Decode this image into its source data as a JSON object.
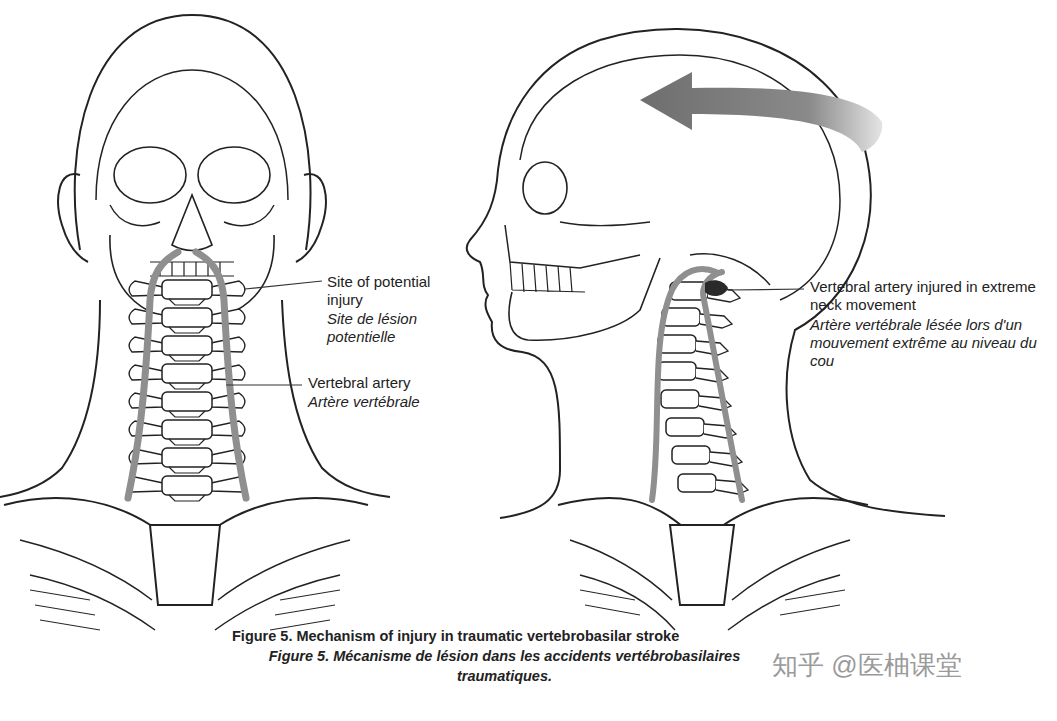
{
  "diagram": {
    "caption": "Figure 5. Mechanism of injury in traumatic vertebrobasilar stroke",
    "labels": [
      "Site of potential injury",
      "Site de lésion potentielle",
      "Vertebral artery",
      "Artère vertébrale",
      "Vertebral artery injured in extreme neck movement",
      "Artère vertébrale lésée lors d'un mouvement extrême au niveau du cou",
      "Figure 5. Mécanisme de lésion dans les accidents vertébrobasilaires traumatiques.",
      "知乎 @医柚课堂"
    ]
  }
}
